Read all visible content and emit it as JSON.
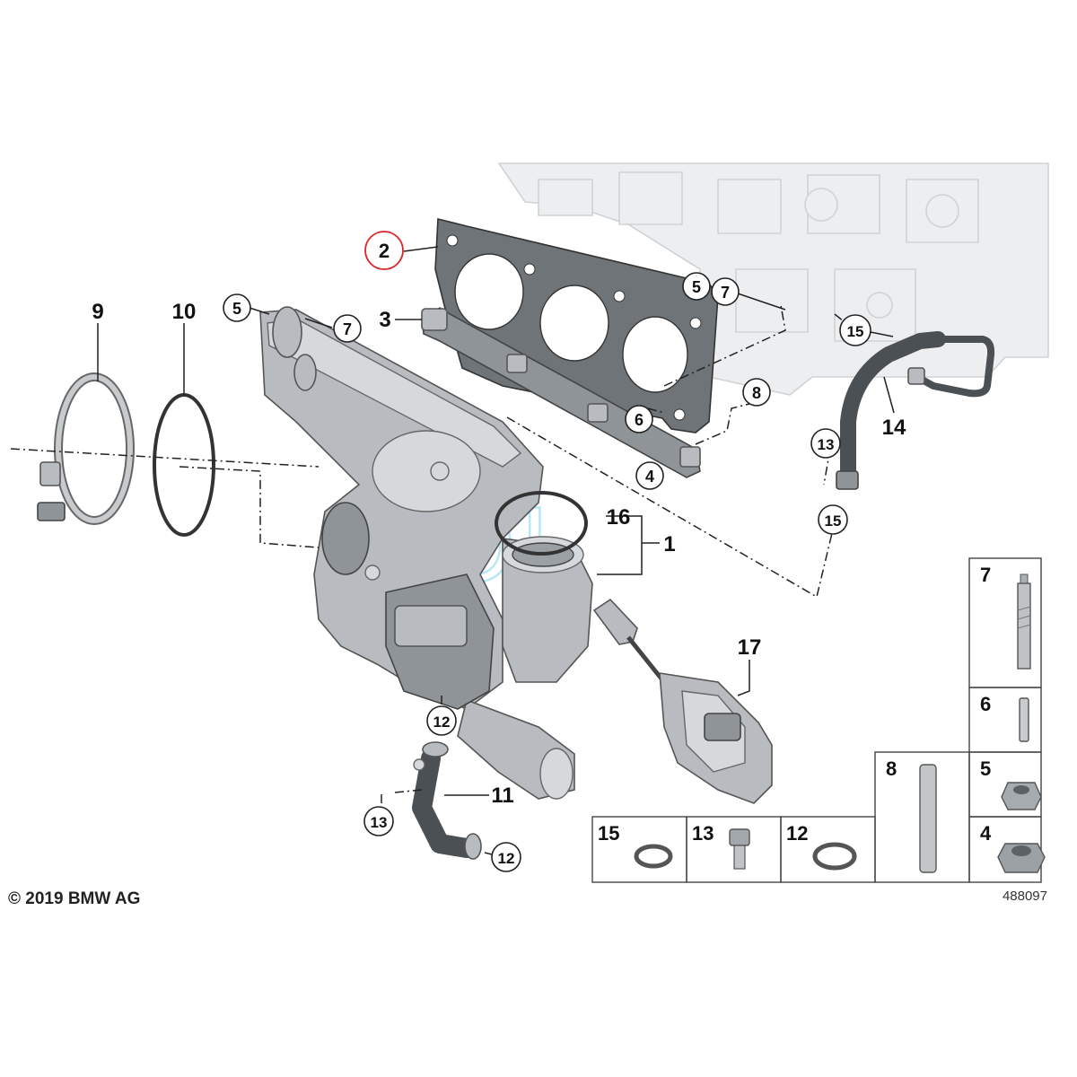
{
  "callouts": {
    "c1": "1",
    "c2": "2",
    "c3": "3",
    "c4": "4",
    "c5a": "5",
    "c5b": "5",
    "c6": "6",
    "c7a": "7",
    "c7b": "7",
    "c8": "8",
    "c9": "9",
    "c10": "10",
    "c11": "11",
    "c12a": "12",
    "c12b": "12",
    "c13a": "13",
    "c13b": "13",
    "c14": "14",
    "c15a": "15",
    "c15b": "15",
    "c16": "16",
    "c17": "17"
  },
  "parts_table": {
    "cells": [
      "7",
      "6",
      "8",
      "5",
      "4",
      "15",
      "13",
      "12"
    ]
  },
  "footer": {
    "copyright": "© 2019 BMW AG",
    "diagram_number": "488097"
  },
  "watermark": "SOL",
  "colors": {
    "highlight": "#d9252a",
    "watermark": "#7fd6ec"
  }
}
